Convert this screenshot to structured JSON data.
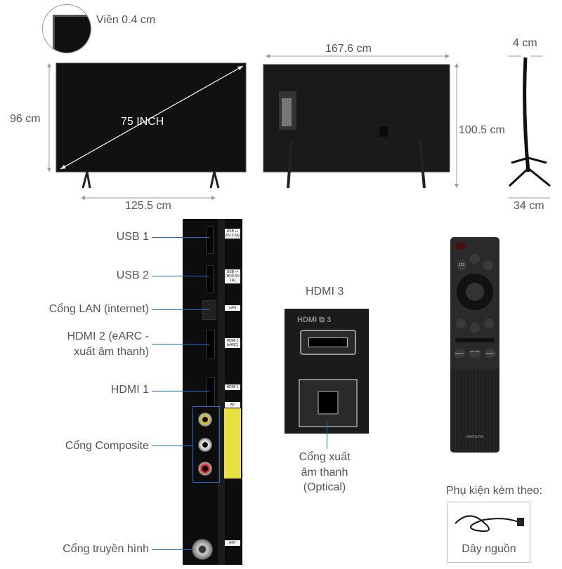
{
  "dimensions": {
    "bezel": "Viền 0.4 cm",
    "screen_size": "75 INCH",
    "front_height": "96 cm",
    "front_width": "125.5 cm",
    "back_width": "167.6 cm",
    "back_height": "100.5 cm",
    "depth": "4 cm",
    "stand_depth": "34 cm"
  },
  "ports": [
    {
      "label": "USB 1",
      "tag": "USB ⊶ (5V 0.5A)"
    },
    {
      "label": "USB 2",
      "tag": "USB ⊶ (HDD 5V 1A)"
    },
    {
      "label": "Cổng LAN (internet)",
      "tag": "LAN"
    },
    {
      "label": "HDMI 2 (eARC -",
      "label2": "xuất âm thanh)",
      "tag": "HDMI 2 (eARC)"
    },
    {
      "label": "HDMI 1",
      "tag": "HDMI 1"
    },
    {
      "label": "Cổng Composite",
      "tag": "AV"
    },
    {
      "label": "Cổng truyền hình",
      "tag": "ANT"
    }
  ],
  "hdmi3": {
    "label": "HDMI 3",
    "plate": "HDMI ⧉ 3",
    "optical_lines": [
      "Cổng xuất",
      "âm thanh",
      "(Optical)"
    ]
  },
  "remote": {
    "brand": "SAMSUNG",
    "buttons": [
      "123",
      "NETFLIX",
      "prime video",
      "Rakuten"
    ]
  },
  "accessories": {
    "title": "Phụ kiện kèm theo:",
    "item": "Dây nguồn"
  },
  "colors": {
    "pointer": "#1a6fd8",
    "tv": "#111111"
  }
}
